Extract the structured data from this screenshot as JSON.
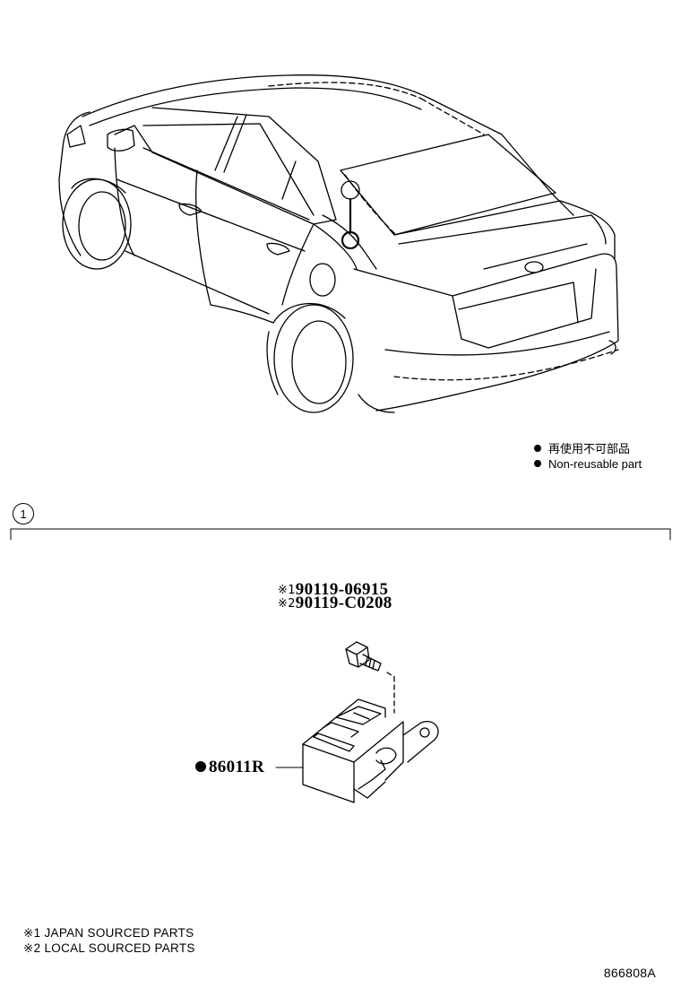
{
  "legend": {
    "items": [
      {
        "label": "再使用不可部品"
      },
      {
        "label": "Non-reusable part"
      }
    ]
  },
  "callout_number": "1",
  "parts": {
    "bolt_japan": {
      "mark": "※1",
      "number": "90119-06915"
    },
    "bolt_local": {
      "mark": "※2",
      "number": "90119-C0208"
    },
    "module": {
      "number": "86011R"
    }
  },
  "notes": [
    "※1 JAPAN SOURCED PARTS",
    "※2 LOCAL SOURCED PARTS"
  ],
  "illustration_code": "866808A"
}
